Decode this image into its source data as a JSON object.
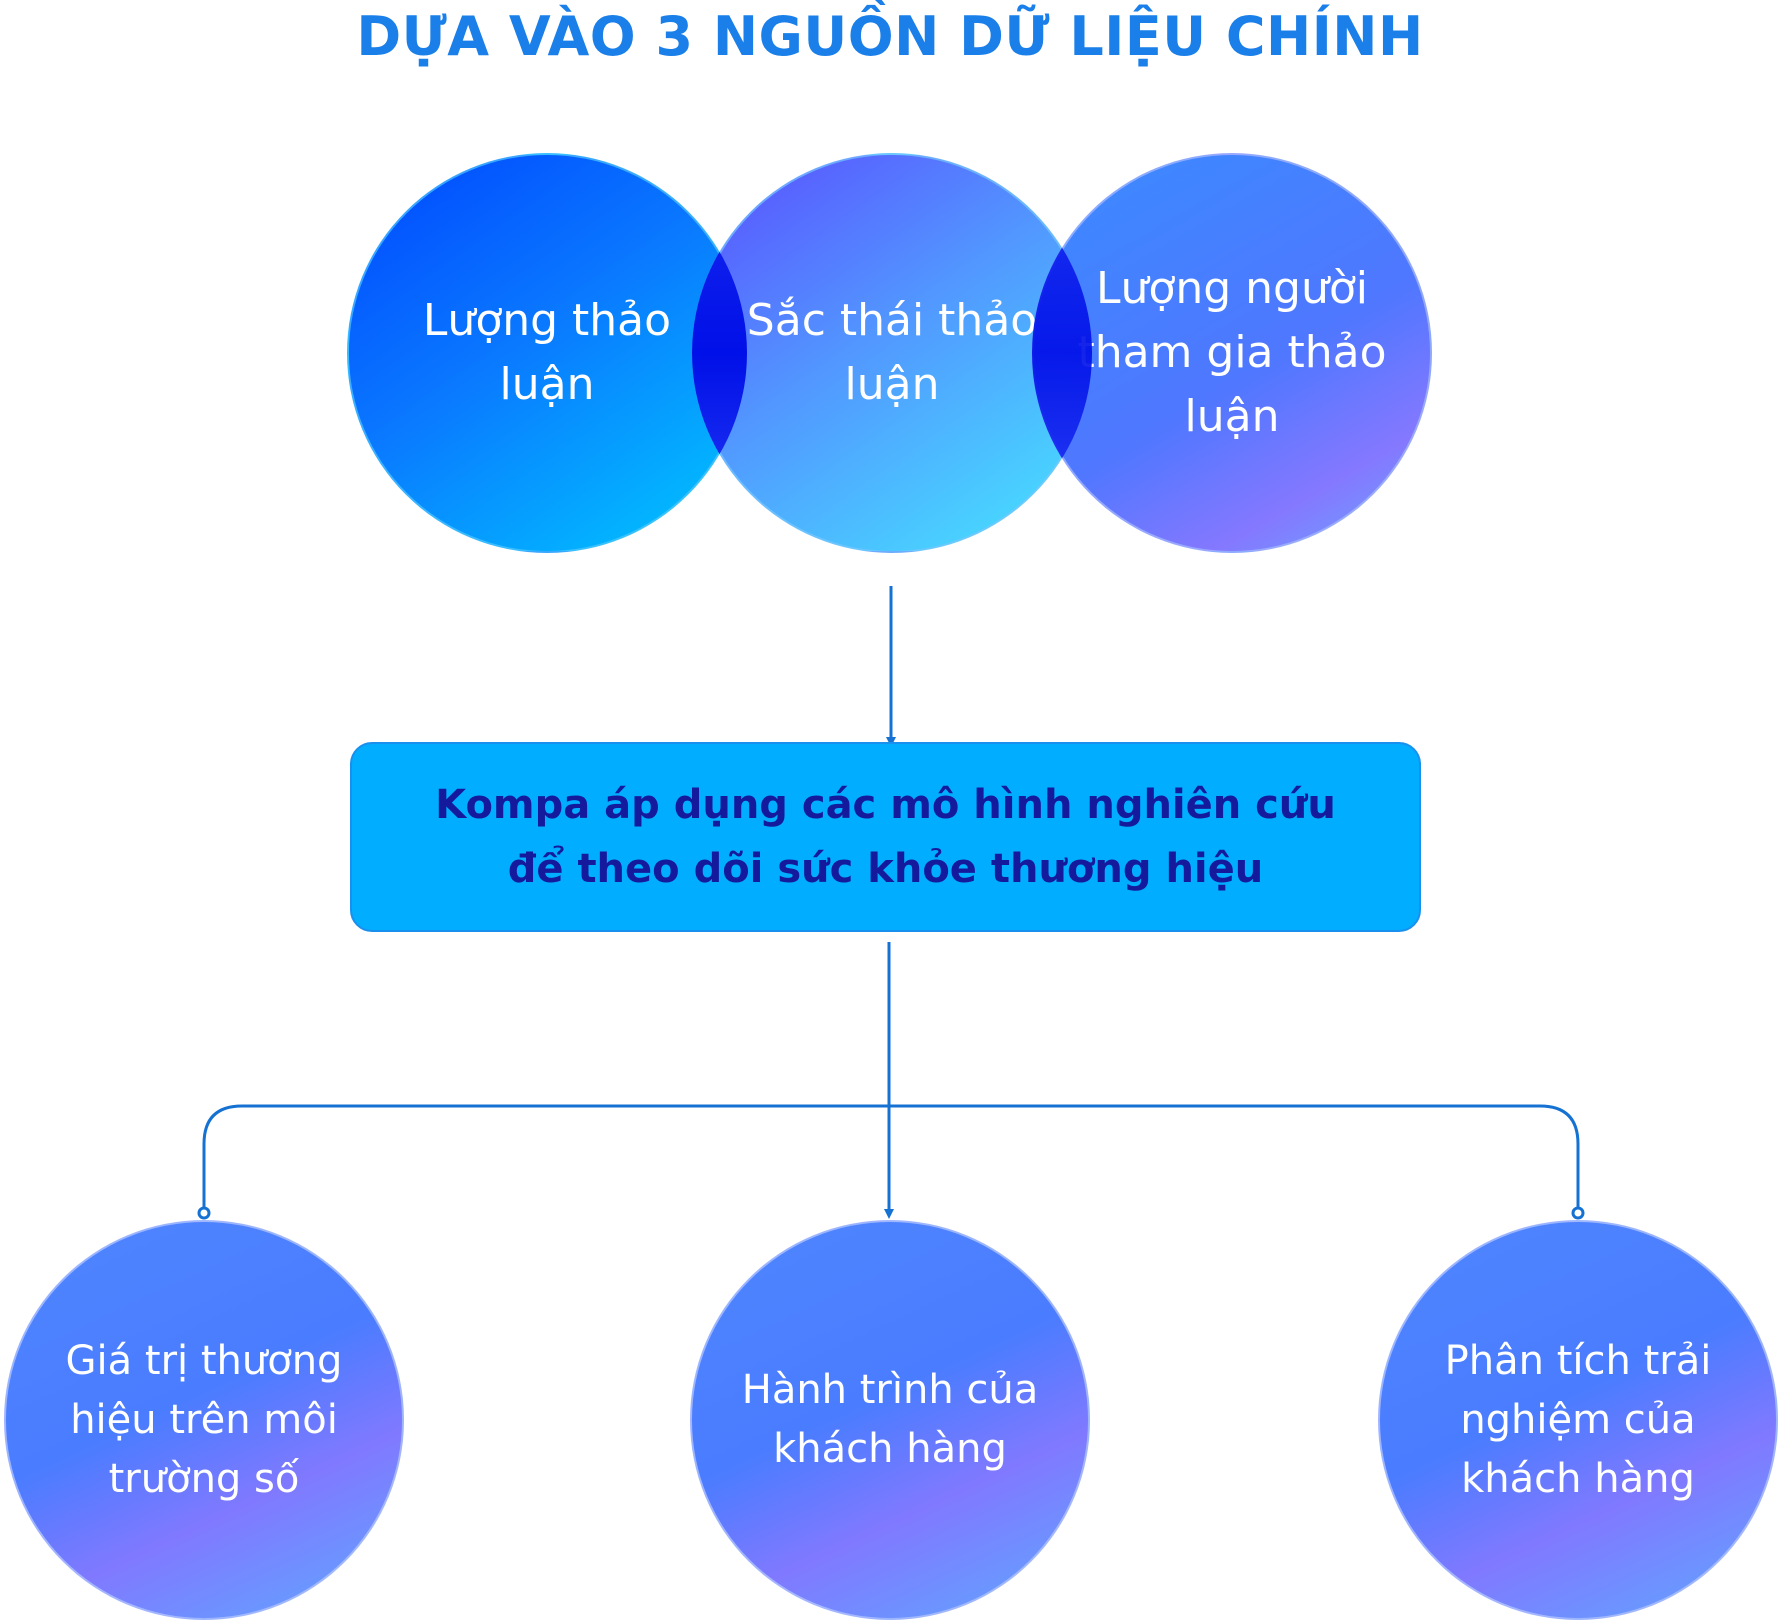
{
  "title": "DỰA VÀO 3 NGUỒN DỮ LIỆU CHÍNH",
  "sources": [
    "Lượng thảo luận",
    "Sắc thái thảo luận",
    "Lượng người tham gia thảo luận"
  ],
  "center_box": "Kompa áp dụng các mô hình nghiên cứu để theo dõi sức khỏe thương hiệu",
  "outputs": [
    "Giá trị thương hiệu trên môi trường số",
    "Hành trình của khách hàng",
    "Phân tích trải nghiệm của khách hàng"
  ],
  "colors": {
    "title": "#1a7fe8",
    "connector": "#1572d3",
    "box_fill": "#00adff",
    "box_text": "#151a9c",
    "overlap": "#0a1de6"
  }
}
